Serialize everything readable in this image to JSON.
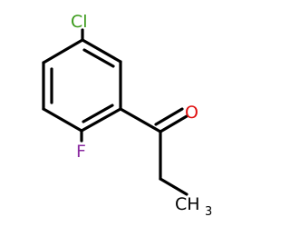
{
  "molecule": {
    "atoms": {
      "chlorine": "Cl",
      "fluorine": "F",
      "oxygen": "O",
      "methyl": "CH",
      "methyl_subscript": "3"
    },
    "colors": {
      "bond": "#000000",
      "chlorine": "#3a9a1a",
      "fluorine": "#8a2aa0",
      "oxygen": "#e01010",
      "carbon": "#000000"
    }
  }
}
